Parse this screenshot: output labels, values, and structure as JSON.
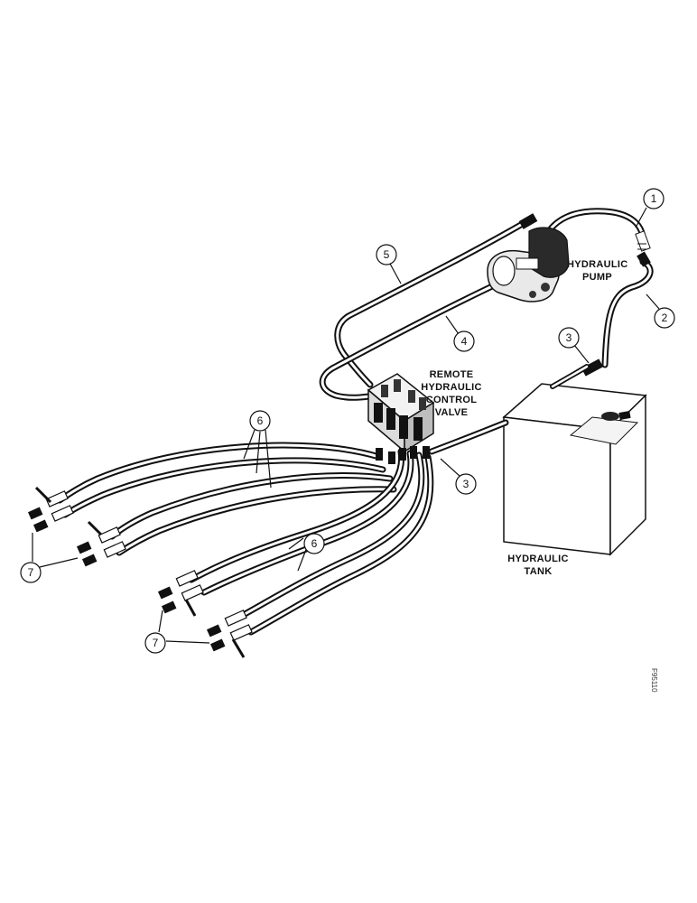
{
  "labels": {
    "pump": [
      "HYDRAULIC",
      "PUMP"
    ],
    "valve": [
      "REMOTE",
      "HYDRAULIC",
      "CONTROL",
      "VALVE"
    ],
    "tank": [
      "HYDRAULIC",
      "TANK"
    ]
  },
  "callouts": {
    "c1": "1",
    "c2": "2",
    "c3a": "3",
    "c3b": "3",
    "c4": "4",
    "c5": "5",
    "c6a": "6",
    "c6b": "6",
    "c7a": "7",
    "c7b": "7"
  },
  "figure_code": "F95110"
}
